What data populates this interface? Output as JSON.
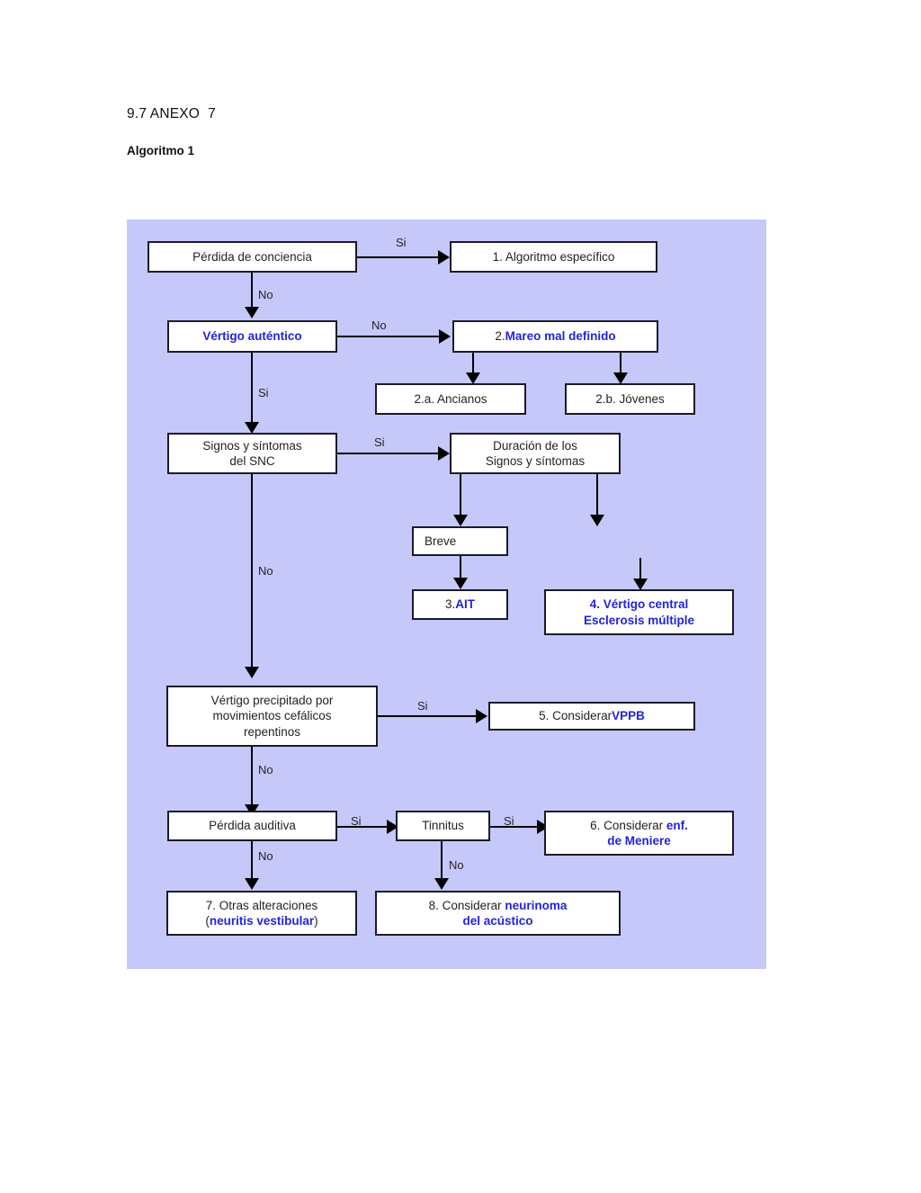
{
  "document": {
    "title": "9.7 ANEXO  7",
    "subtitle": "Algoritmo 1"
  },
  "colors": {
    "panel_background": "#c6c8fa",
    "node_background": "#ffffff",
    "node_border": "#1b1b28",
    "text": "#241f20",
    "accent_blue": "#2323dc",
    "connector": "#000000"
  },
  "flowchart": {
    "nodes": {
      "perdida_conciencia": {
        "text": "Pérdida de conciencia"
      },
      "algoritmo_especifico": {
        "text": "1. Algoritmo específico"
      },
      "vertigo_autentico": {
        "text": "Vértigo auténtico"
      },
      "mareo_mal_definido": {
        "prefix": "2. ",
        "highlight": "Mareo mal definido"
      },
      "ancianos": {
        "text": "2.a. Ancianos"
      },
      "jovenes": {
        "text": "2.b. Jóvenes"
      },
      "signos_sintomas_snc": {
        "line1": "Signos y síntomas",
        "line2": "del SNC"
      },
      "duracion_signos": {
        "line1": "Duración de los",
        "line2": "Signos y síntomas"
      },
      "breve": {
        "text": "Breve"
      },
      "ait": {
        "prefix": "3. ",
        "highlight": "AIT"
      },
      "vertigo_central": {
        "prefix": "4. ",
        "line1": "Vértigo central",
        "line2": "Esclerosis múltiple"
      },
      "vertigo_precipitado": {
        "line1": "Vértigo precipitado por",
        "line2": "movimientos cefálicos",
        "line3": "repentinos"
      },
      "considerar_vppb": {
        "prefix": "5. Considerar ",
        "highlight": "VPPB"
      },
      "perdida_auditiva": {
        "text": "Pérdida auditiva"
      },
      "tinnitus": {
        "text": "Tinnitus"
      },
      "meniere": {
        "prefix": "6. Considerar ",
        "highlight1": "enf.",
        "highlight2": "de Meniere"
      },
      "otras_alteraciones": {
        "line1": "7. Otras alteraciones",
        "paren_open": "(",
        "highlight": "neuritis vestibular",
        "paren_close": ")"
      },
      "neurinoma": {
        "prefix": "8. Considerar ",
        "highlight1": "neurinoma",
        "highlight2": "del acústico"
      }
    },
    "edge_labels": {
      "conciencia_si": "Si",
      "conciencia_no": "No",
      "vertigo_no": "No",
      "vertigo_si": "Si",
      "snc_si": "Si",
      "snc_no": "No",
      "precipitado_si": "Si",
      "precipitado_no": "No",
      "auditiva_si": "Si",
      "auditiva_no": "No",
      "tinnitus_si": "Si",
      "tinnitus_no": "No"
    }
  }
}
